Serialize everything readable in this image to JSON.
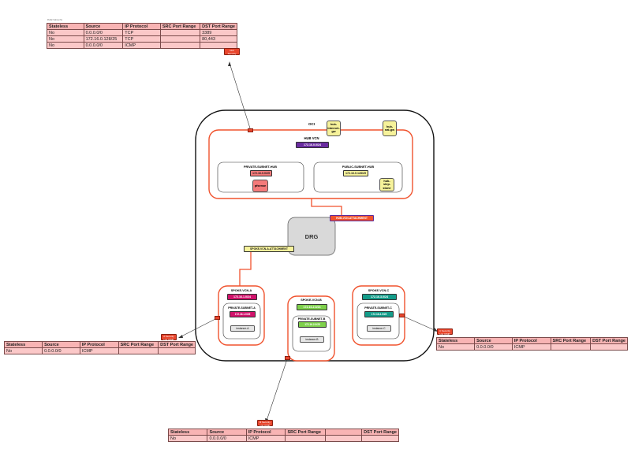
{
  "top_table": {
    "caption": "Public Subnet SL",
    "headers": [
      "Stateless",
      "Source",
      "IP Protocol",
      "SRC Port Range",
      "DST Port Range"
    ],
    "rows": [
      [
        "No",
        "0.0.0.0/0",
        "TCP",
        "",
        "3389"
      ],
      [
        "No",
        "172.16.0.128/25",
        "TCP",
        "",
        "80,443"
      ],
      [
        "No",
        "0.0.0.0/0",
        "ICMP",
        "",
        ""
      ]
    ]
  },
  "left_table": {
    "headers": [
      "Stateless",
      "Source",
      "IP Protocol",
      "SRC Port Range",
      "DST Port Range"
    ],
    "rows": [
      [
        "No",
        "0.0.0.0/0",
        "ICMP",
        "",
        ""
      ]
    ]
  },
  "right_table": {
    "headers": [
      "Stateless",
      "Source",
      "IP Protocol",
      "SRC Port Range",
      "DST Port Range"
    ],
    "rows": [
      [
        "No",
        "0.0.0.0/0",
        "ICMP",
        "",
        ""
      ]
    ]
  },
  "bottom_table": {
    "headers": [
      "Stateless",
      "Source",
      "IP Protocol",
      "SRC Port Range",
      "",
      "DST Port Range"
    ],
    "rows": [
      [
        "No",
        "0.0.0.0/0",
        "ICMP",
        "",
        "",
        ""
      ]
    ]
  },
  "diagram": {
    "oci_label": "OCI",
    "hub_vcn": {
      "label": "HUB VCN",
      "cidr": "172.16.0.0/24"
    },
    "hub_internet_gw": "hub-internet-gw",
    "hub_nat_gw": "hub-nat-gw",
    "private_subnet_hub": {
      "label": "PRIVATE-SUBNET-HUB",
      "cidr": "172.16.0.0/25",
      "instance": "pfsense"
    },
    "public_subnet_hub": {
      "label": "PUBLIC-SUBNET-HUB",
      "cidr": "172.16.0.128/25",
      "instance": "hub-step-stone"
    },
    "hub_vcn_attachment": "HUB-VCN-ATTACHMENT",
    "drg": "DRG",
    "spoke_a_attachment": "SPOKE-VCN-A-ATTACHMENT",
    "spoke_a": {
      "label": "SPOKE-VCN-A",
      "cidr": "172.16.1.0/24",
      "subnet": "PRIVATE-SUBNET-A",
      "subnet_cidr": "172.16.1.0/25",
      "instance": "instance-A"
    },
    "spoke_b": {
      "label": "SPOKE-VCN-B",
      "cidr": "172.16.2.0/24",
      "subnet": "PRIVATE-SUBNET-B",
      "subnet_cidr": "172.16.2.0/25",
      "instance": "instance-B"
    },
    "spoke_c": {
      "label": "SPOKE-VCN-C",
      "cidr": "172.16.3.0/24",
      "subnet": "PRIVATE-SUBNET-C",
      "subnet_cidr": "172.16.3.0/25",
      "instance": "instance-C"
    },
    "seclist_top": "Hub Security List TCP",
    "seclist_left": "A Security List ICMP",
    "seclist_right": "C Security List ICMP",
    "seclist_bottom": "B Security List ICMP",
    "colors": {
      "vcn_border": "#f0522d",
      "hub_cidr": "#6a2ca0",
      "spoke_a": "#d1126b",
      "spoke_b": "#7ed04b",
      "spoke_c": "#149d8a",
      "private_hub_cidr": "#f47a7a",
      "public_hub_cidr": "#f6f29a",
      "drg_fill": "#d9d9d9",
      "table_header": "#f8b4b4",
      "table_cell": "#fbc8c8"
    }
  }
}
